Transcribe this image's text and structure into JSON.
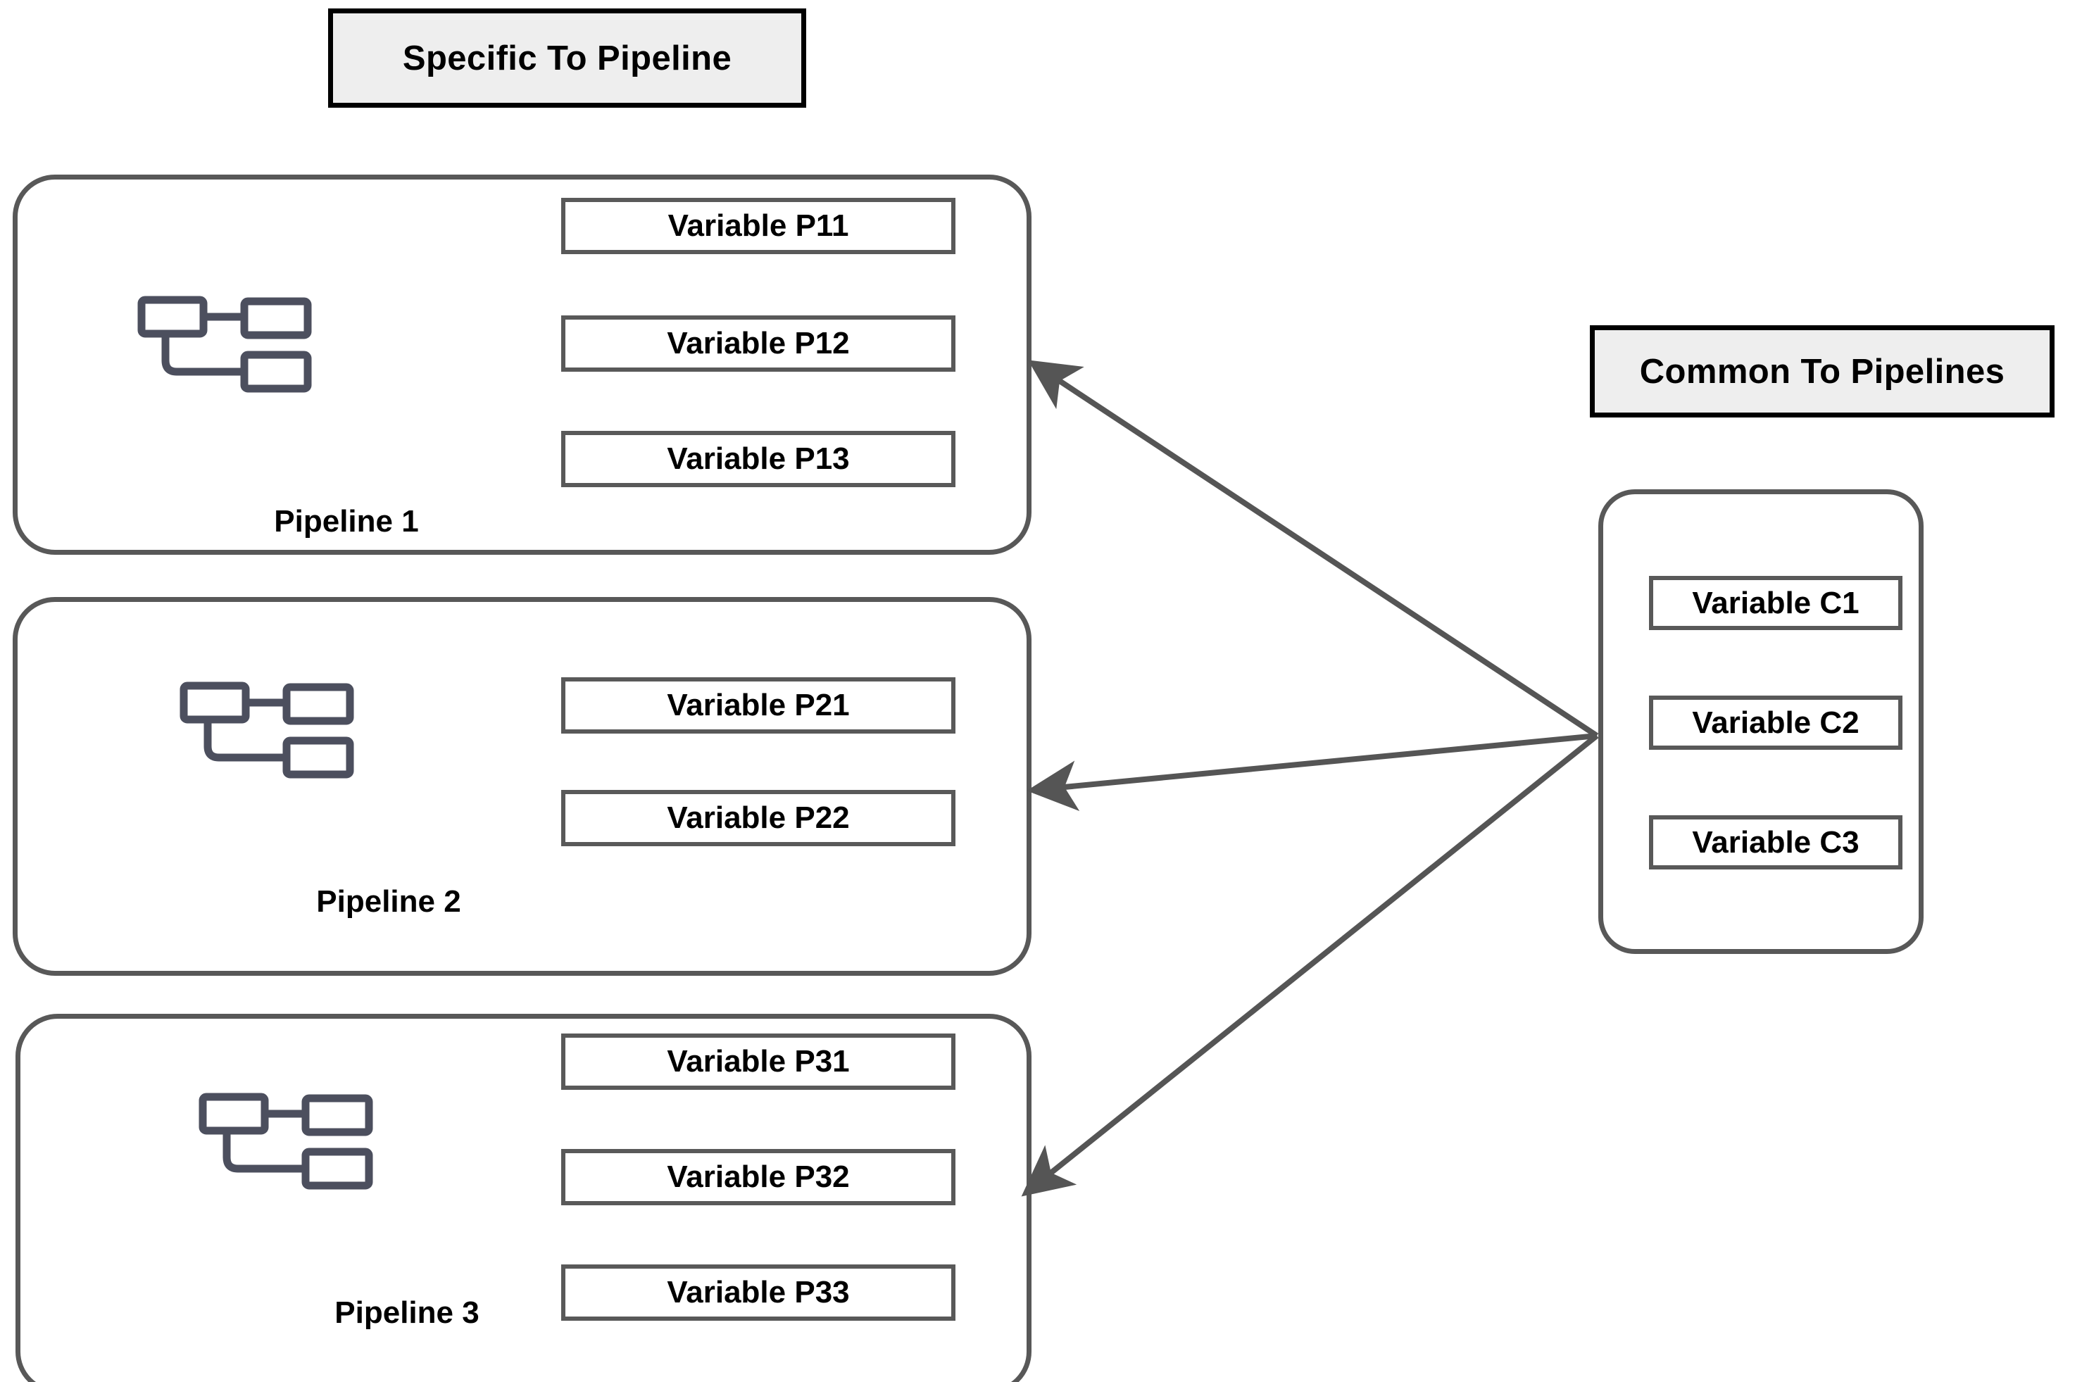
{
  "sections": {
    "specific": {
      "title": "Specific To Pipeline"
    },
    "common": {
      "title": "Common To Pipelines"
    }
  },
  "pipelines": [
    {
      "caption": "Pipeline 1",
      "icon": "pipeline-flow-icon",
      "variables": [
        "Variable P11",
        "Variable P12",
        "Variable P13"
      ]
    },
    {
      "caption": "Pipeline 2",
      "icon": "pipeline-flow-icon",
      "variables": [
        "Variable P21",
        "Variable P22"
      ]
    },
    {
      "caption": "Pipeline 3",
      "icon": "pipeline-flow-icon",
      "variables": [
        "Variable P31",
        "Variable P32",
        "Variable P33"
      ]
    }
  ],
  "common_variables": [
    "Variable C1",
    "Variable C2",
    "Variable C3"
  ],
  "arrows": [
    {
      "from": "common-variables-group",
      "to": "pipeline-card-1",
      "direction": "left"
    },
    {
      "from": "common-variables-group",
      "to": "pipeline-card-2",
      "direction": "left"
    },
    {
      "from": "common-variables-group",
      "to": "pipeline-card-3",
      "direction": "left"
    }
  ],
  "colors": {
    "header_fill": "#eeeeee",
    "header_border": "#000000",
    "card_border": "#585858",
    "var_border": "#595959",
    "icon_stroke": "#4c4f5e",
    "arrow": "#555555",
    "text": "#000000",
    "background": "#ffffff"
  }
}
